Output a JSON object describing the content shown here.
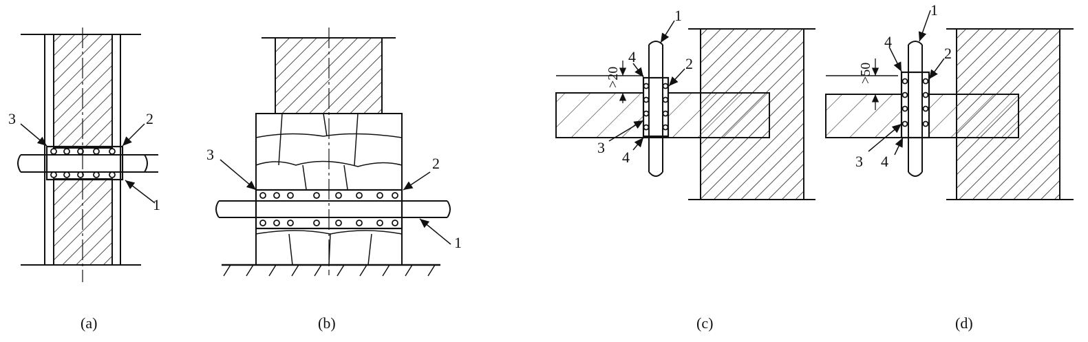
{
  "figure": {
    "panels": [
      {
        "id": "a",
        "caption": "(a)",
        "labels": [
          "1",
          "2",
          "3"
        ]
      },
      {
        "id": "b",
        "caption": "(b)",
        "labels": [
          "1",
          "2",
          "3"
        ]
      },
      {
        "id": "c",
        "caption": "(c)",
        "labels": [
          "1",
          "2",
          "3",
          "4",
          "4"
        ],
        "dimension": ">20"
      },
      {
        "id": "d",
        "caption": "(d)",
        "labels": [
          "1",
          "2",
          "3",
          "4",
          "4"
        ],
        "dimension": ">50"
      }
    ]
  }
}
